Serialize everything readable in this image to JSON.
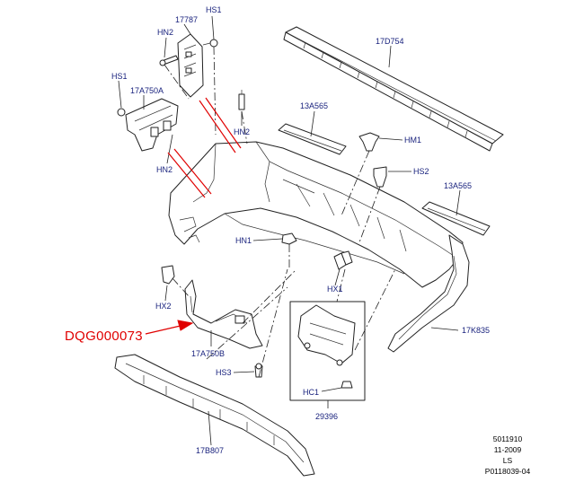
{
  "callouts": {
    "hs1_top": "HS1",
    "p17787": "17787",
    "hn2_top": "HN2",
    "p17d754": "17D754",
    "hs1_left": "HS1",
    "p17a750a": "17A750A",
    "hn2_mid": "HN2",
    "hn2_left": "HN2",
    "p13a565_top": "13A565",
    "hm1": "HM1",
    "hs2": "HS2",
    "p13a565_right": "13A565",
    "hn1": "HN1",
    "hx1": "HX1",
    "hx2": "HX2",
    "p17k835": "17K835",
    "p17a750b": "17A750B",
    "hs3": "HS3",
    "hc1": "HC1",
    "p29396": "29396",
    "p17b807": "17B807"
  },
  "highlight": {
    "code": "DQG000073",
    "color": "#e00000"
  },
  "footer": {
    "line1": "5011910",
    "line2": "11-2009",
    "line3": "LS",
    "line4": "P0118039-04"
  },
  "colors": {
    "label": "#1a237e",
    "outline": "#222222",
    "highlight": "#e00000"
  }
}
